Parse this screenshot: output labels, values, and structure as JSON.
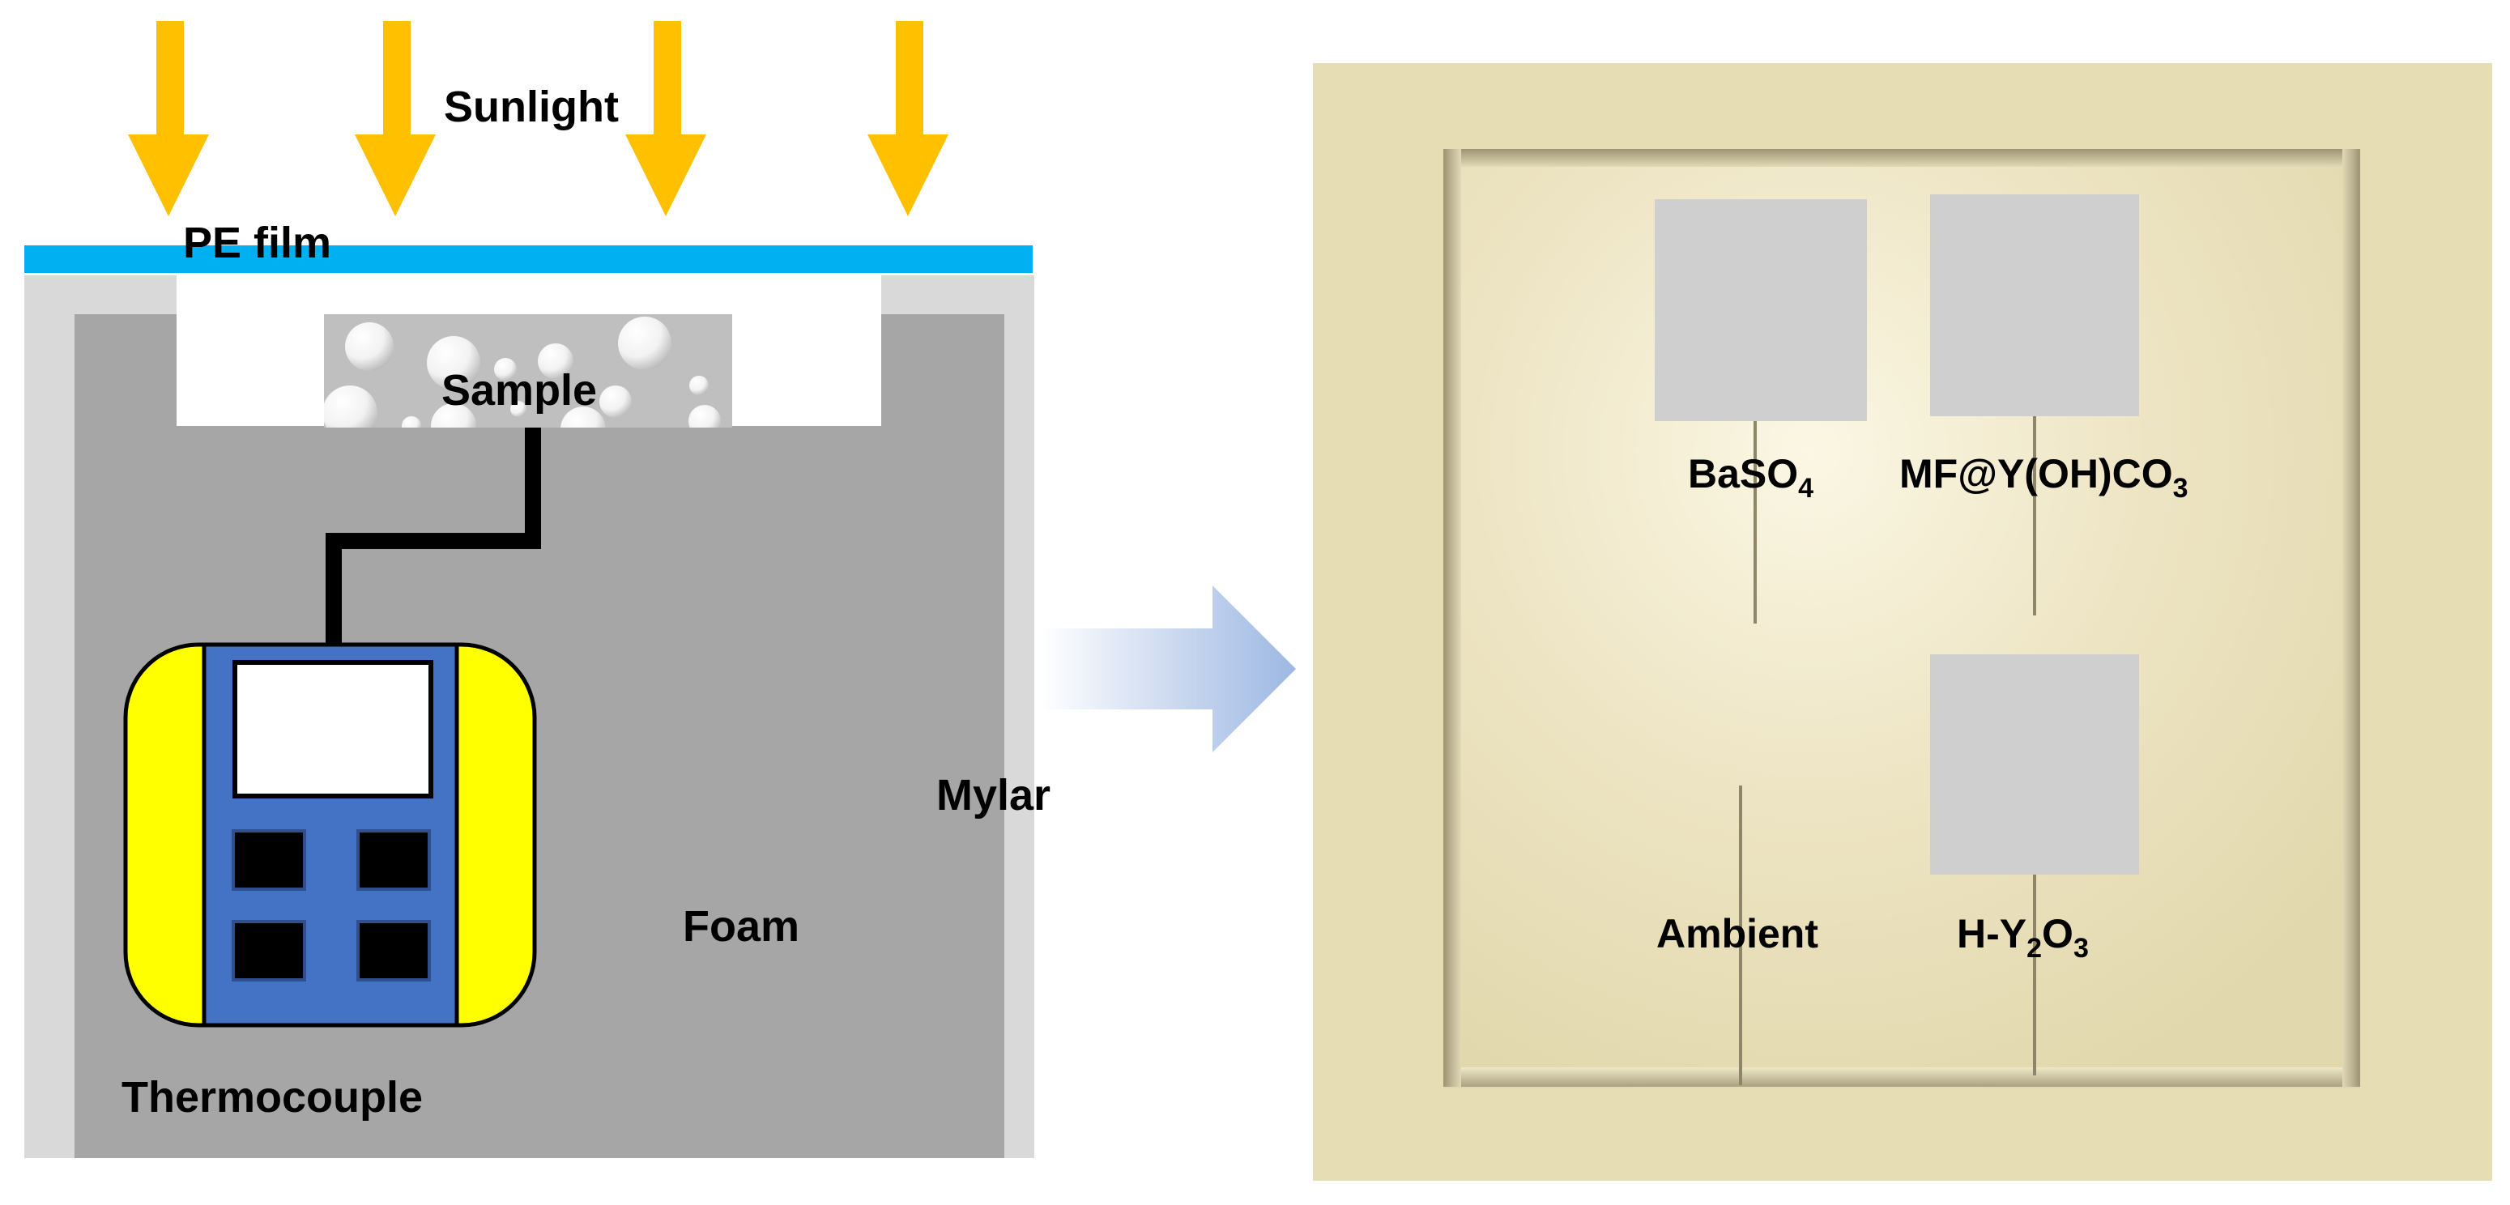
{
  "left_diagram": {
    "labels": {
      "sunlight": "Sunlight",
      "pe_film": "PE film",
      "sample": "Sample",
      "mylar": "Mylar",
      "foam": "Foam",
      "thermocouple": "Thermocouple"
    },
    "arrow_count": 4
  },
  "right_photo": {
    "samples": {
      "baso4": {
        "base": "BaSO",
        "sub": "4"
      },
      "mf": {
        "base": "MF@Y(OH)CO",
        "sub": "3"
      },
      "ambient": {
        "base": "Ambient"
      },
      "hy2o3": {
        "pre": "H-Y",
        "sub1": "2",
        "mid": "O",
        "sub2": "3"
      }
    }
  },
  "colors": {
    "sunlight_arrow": "#FFC000",
    "pe_film": "#00B0F0",
    "mylar": "#D9D9D9",
    "foam": "#A6A6A6",
    "sample": "#BFBFBF",
    "device_body": "#4472C4",
    "device_grip": "#FFFF00",
    "photo_bg": "#E6DDB4",
    "sample_square": "#CFCFCF"
  }
}
